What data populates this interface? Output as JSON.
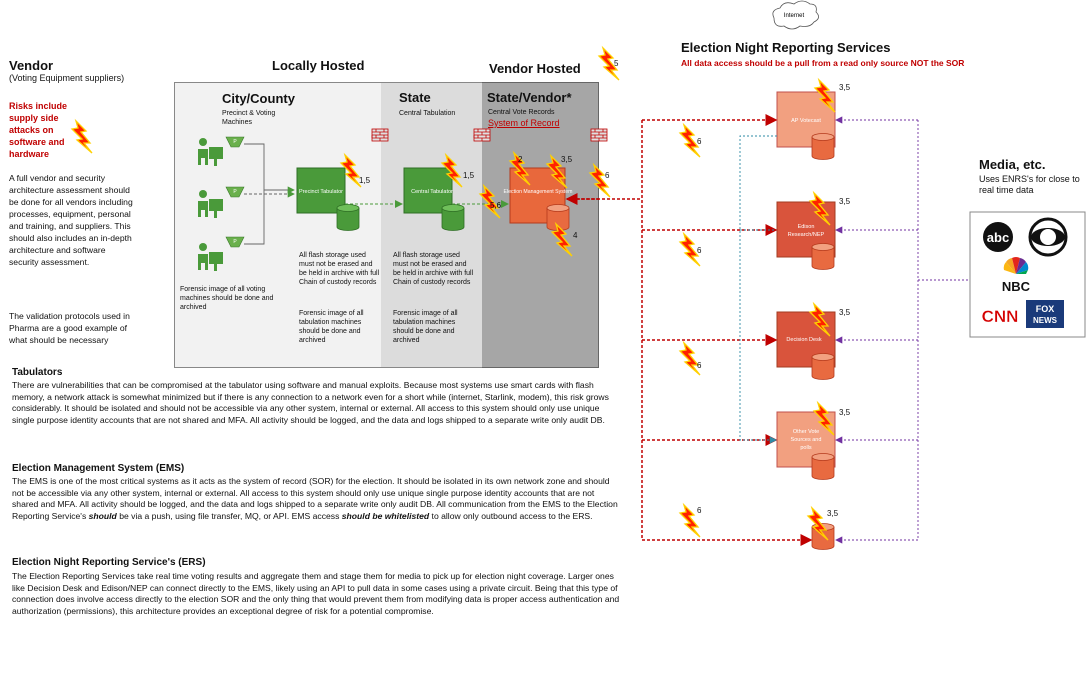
{
  "vendor": {
    "title": "Vendor",
    "subtitle": "(Voting Equipment suppliers)",
    "risk_note": "Risks include supply side attacks on software and hardware",
    "assessment_text": "A full vendor and security architecture assessment should be done for all vendors including processes, equipment, personal and training, and suppliers. This should also includes an in-depth architecture and software security assessment.",
    "pharma_text": "The validation protocols used in Pharma are a good example of what should be necessary"
  },
  "columns": {
    "locally_hosted": "Locally Hosted",
    "vendor_hosted": "Vendor Hosted",
    "city_county": "City/County",
    "city_county_sub": "Precinct & Voting Machines",
    "state": "State",
    "state_sub": "Central Tabulation",
    "state_vendor": "State/Vendor*",
    "state_vendor_sub": "Central Vote Records",
    "sor_label": "System of Record"
  },
  "nodes": {
    "precinct_tabulator": "Precinct Tabulator",
    "central_tabulator": "Central Tabulator",
    "ems": "Election Management System",
    "ap_votecast": "AP Votecast",
    "edison": "Edison Research/NEP",
    "decision_desk": "Decision Desk",
    "other_sources": "Other Vote Sources and polls",
    "internet": "Internet",
    "machine_letter": "P"
  },
  "notes": {
    "flash_local": "All flash storage used must not be erased and be held in archive with full Chain of custody records",
    "forensic_local": "Forensic image of all tabulation machines should be done and archived",
    "flash_state": "All flash storage used must not be erased and be held in archive with full Chain of custody records",
    "forensic_state": "Forensic image of all tabulation machines should be done and archived",
    "forensic_voting": "Forensic image of all voting machines should be done and archived"
  },
  "risk_labels": {
    "r_precinct": "1,5",
    "r_central": "1,5",
    "r_ems_top": "2",
    "r_ems_35": "3,5",
    "r_ems_56": "5,6",
    "r_ems_4": "4",
    "r_ems_6": "6",
    "r_vendor_5": "5",
    "r_ap": "3,5",
    "r_edison": "3,5",
    "r_decision": "3,5",
    "r_other": "3,5",
    "r_bottom": "3,5",
    "r_line1": "6",
    "r_line2": "6",
    "r_line3": "6",
    "r_line4": "6"
  },
  "enrs": {
    "title": "Election Night Reporting Services",
    "subtitle": "All data access should be a pull from a read only source NOT the SOR"
  },
  "media": {
    "title": "Media, etc.",
    "subtitle": "Uses ENRS's for close to real time data",
    "nbc": "NBC",
    "abc": "abc",
    "cnn": "CNN",
    "fox": "FOX NEWS"
  },
  "sections": {
    "tabulators_title": "Tabulators",
    "tabulators_text": "There are vulnerabilities that can be compromised at the tabulator using software and manual exploits. Because most systems use smart cards with flash memory, a network attack is somewhat minimized but if there is any connection to a network even for a short while (internet, Starlink, modem), this risk grows considerably. It should be isolated and should not be accessible via any other system, internal or external. All access to this system should only use unique single purpose identity accounts that are not shared and MFA. All activity should be logged, and the data and logs shipped to a separate write only audit DB.",
    "ems_title": "Election Management System (EMS)",
    "ems_text_1": "The EMS is one of the most critical systems as it acts as the system of record (SOR) for the election. It should be isolated in its own network zone and should not be accessible via any other system, internal or external. All access to this system should only use unique single purpose identity accounts that are not shared and MFA. All activity should be logged, and the data and logs shipped to a separate write only audit DB. All communication from the EMS to the Election Reporting Service's ",
    "ems_text_should": "should",
    "ems_text_2": " be via a push, using file transfer, MQ, or API. EMS access ",
    "ems_text_whitelisted": "should be whitelisted",
    "ems_text_3": " to allow only outbound access to the ERS.",
    "ers_title": "Election Night Reporting Service's (ERS)",
    "ers_text": "The Election Reporting Services take real time voting results and aggregate them and stage them for media to pick up for election night coverage. Larger ones like Decision Desk and Edison/NEP can connect directly to the EMS, likely using an API to pull data in some cases using a private circuit. Being that this type of connection does involve access directly to the election SOR and the only thing that would prevent them from modifying data is proper access authentication and authorization (permissions), this architecture provides an exceptional degree of risk for a potential compromise."
  },
  "colors": {
    "red": "#c00000",
    "green": "#4a9a3a",
    "orange_fill": "#f2a080",
    "orange_stroke": "#c0504d",
    "dark_red": "#b43a1c",
    "purple": "#7030a0",
    "teal": "#2e8ba6"
  }
}
